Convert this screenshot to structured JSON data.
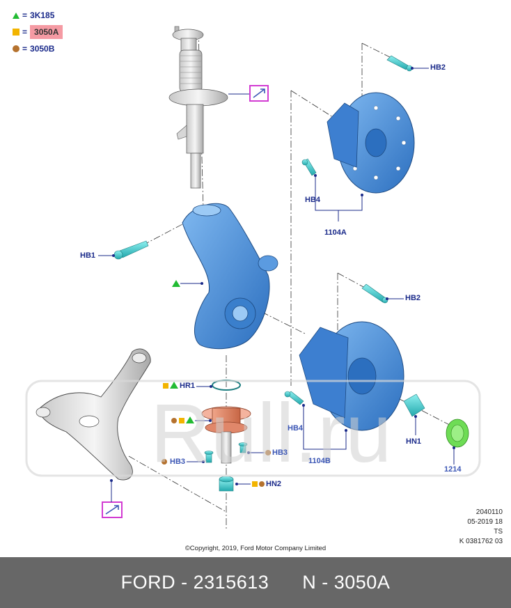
{
  "legend": [
    {
      "code": "3K185",
      "symbol": "triangle",
      "color": "#22bb33"
    },
    {
      "code": "3050A",
      "symbol": "square",
      "color": "#f2b400",
      "highlight": "#f59aa3"
    },
    {
      "code": "3050B",
      "symbol": "circle",
      "color": "#b5722e"
    }
  ],
  "labels": {
    "hb2_top": "HB2",
    "hb4_top": "HB4",
    "p1104a": "1104A",
    "hb1": "HB1",
    "hb2_mid": "HB2",
    "hr1": "HR1",
    "hb3_left": "HB3",
    "hb3_right": "HB3",
    "hn2": "HN2",
    "hb4_bottom": "HB4",
    "p1104b": "1104B",
    "hn1": "HN1",
    "p1214": "1214"
  },
  "meta": {
    "line1": "2040110",
    "line2": "05-2019 18",
    "line3": "TS",
    "line4": "K 0381762 03"
  },
  "copyright": "©Copyright, 2019, Ford Motor Company Limited",
  "footer": {
    "text": "FORD - 2315613      N - 3050A"
  },
  "watermark": {
    "text": "Rull.ru"
  },
  "colors": {
    "part_blue": "#4f8fd6",
    "bolt_cyan": "#3cc7c9",
    "leader_blue": "#1a2a8a",
    "ref_magenta": "#d23bd2",
    "ball_joint": "#e0876a",
    "cap_green": "#6edc55"
  }
}
